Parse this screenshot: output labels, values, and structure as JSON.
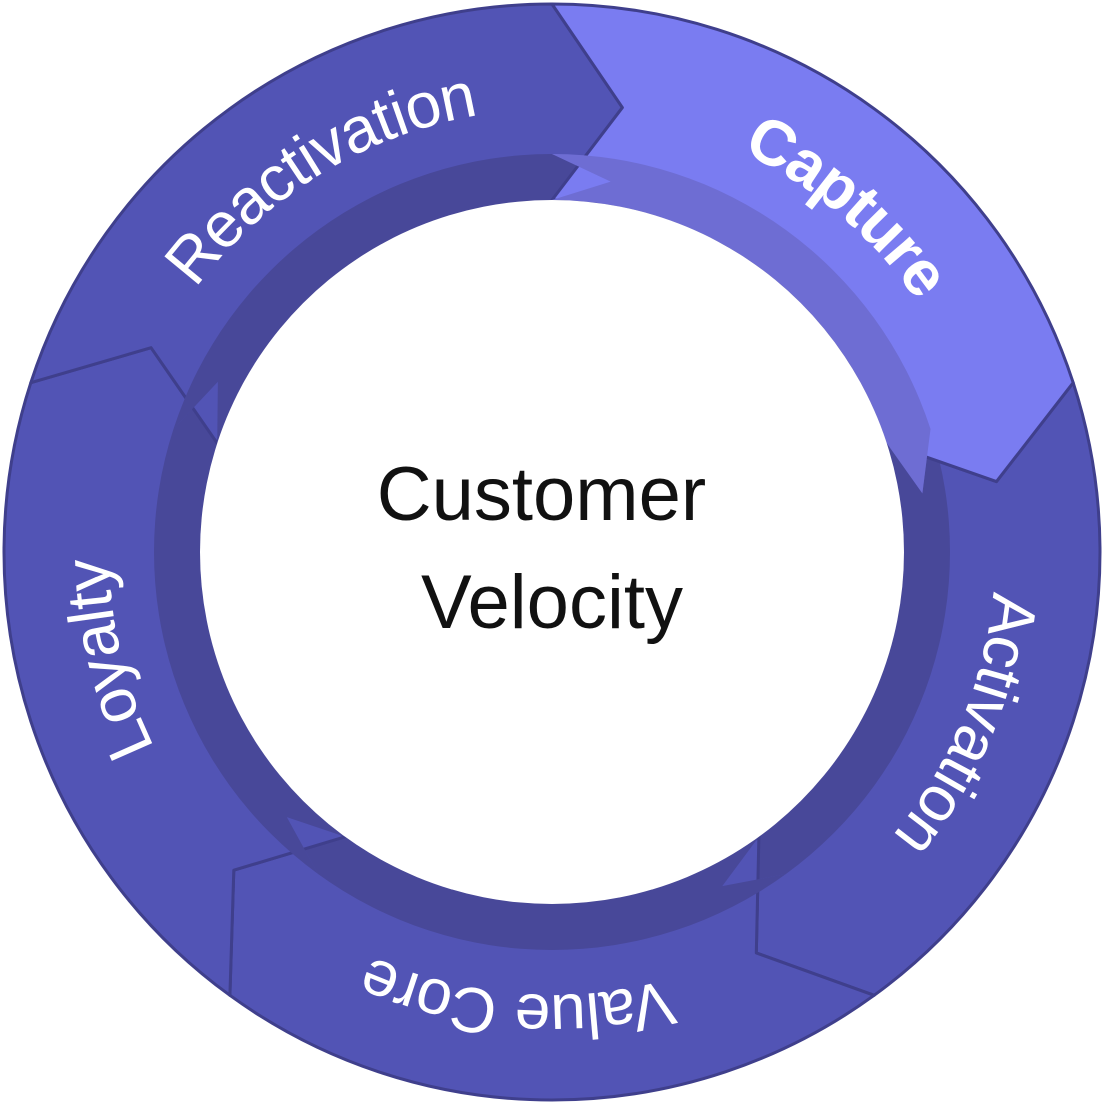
{
  "diagram": {
    "center_lines": [
      "Customer",
      "Velocity"
    ],
    "segments": [
      {
        "label": "Capture",
        "highlight": true,
        "color": "#7a7cf1",
        "inner_color": "#6e6dd3",
        "bold": true
      },
      {
        "label": "Activation",
        "highlight": false,
        "color": "#5254b5",
        "inner_color": "#484899",
        "bold": false
      },
      {
        "label": "Value Core",
        "highlight": false,
        "color": "#5254b5",
        "inner_color": "#484899",
        "bold": false
      },
      {
        "label": "Loyalty",
        "highlight": false,
        "color": "#5254b5",
        "inner_color": "#484899",
        "bold": false
      },
      {
        "label": "Reactivation",
        "highlight": false,
        "color": "#5254b5",
        "inner_color": "#484899",
        "bold": false
      }
    ]
  }
}
